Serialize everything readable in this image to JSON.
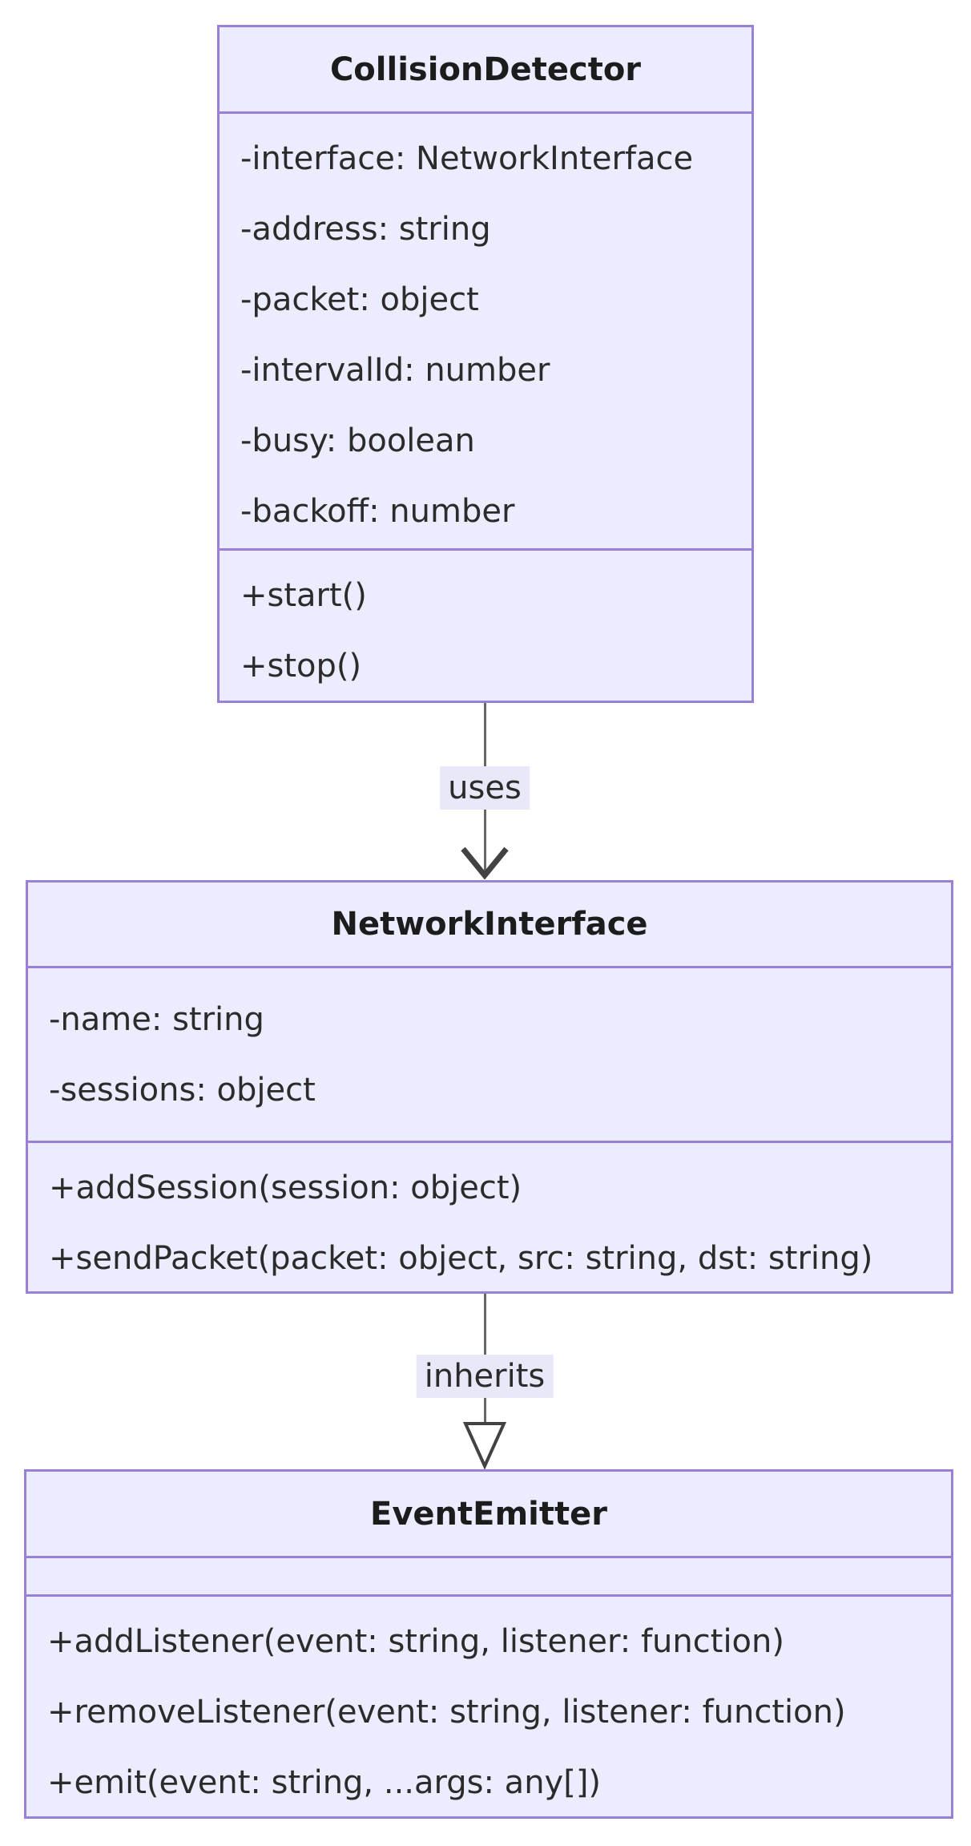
{
  "diagram": {
    "type": "uml-class-diagram",
    "classes": [
      {
        "name": "CollisionDetector",
        "attributes": [
          "-interface: NetworkInterface",
          "-address: string",
          "-packet: object",
          "-intervalId: number",
          "-busy: boolean",
          "-backoff: number"
        ],
        "methods": [
          "+start()",
          "+stop()"
        ]
      },
      {
        "name": "NetworkInterface",
        "attributes": [
          "-name: string",
          "-sessions: object"
        ],
        "methods": [
          "+addSession(session: object)",
          "+sendPacket(packet: object, src: string, dst: string)"
        ]
      },
      {
        "name": "EventEmitter",
        "attributes": [],
        "methods": [
          "+addListener(event: string, listener: function)",
          "+removeListener(event: string, listener: function)",
          "+emit(event: string, ...args: any[])"
        ]
      }
    ],
    "relationships": [
      {
        "from": "CollisionDetector",
        "to": "NetworkInterface",
        "label": "uses",
        "arrow_style": "open-vee-arrowhead"
      },
      {
        "from": "NetworkInterface",
        "to": "EventEmitter",
        "label": "inherits",
        "arrow_style": "hollow-triangle-arrowhead"
      }
    ],
    "colors": {
      "box_fill": "#ECECFF",
      "box_border": "#9A7FD6",
      "edge_line": "#666666",
      "edge_label_bg": "#E8E8F8",
      "text": "#2B2B2B",
      "arrowhead_stroke": "#424242",
      "triangle_fill": "#FFFFFF"
    }
  }
}
